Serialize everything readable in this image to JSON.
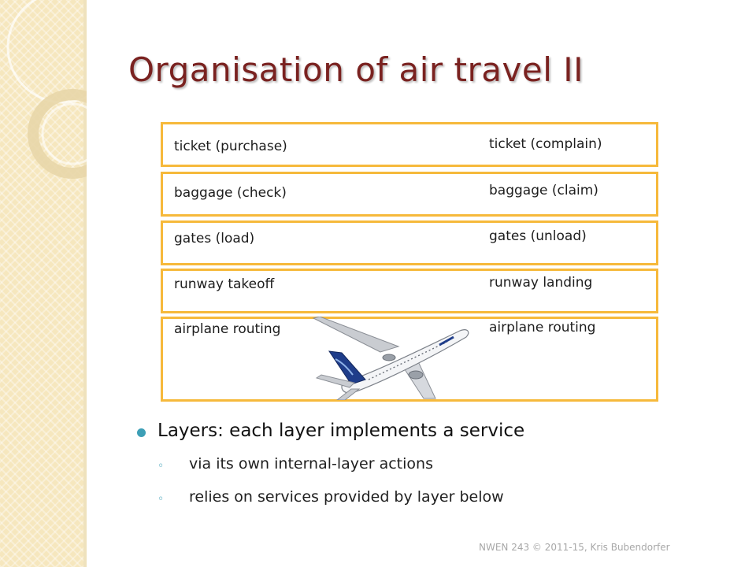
{
  "slide": {
    "title": "Organisation of air travel II",
    "layers": [
      {
        "left": "ticket (purchase)",
        "right": "ticket (complain)"
      },
      {
        "left": "baggage (check)",
        "right": "baggage (claim)"
      },
      {
        "left": "gates (load)",
        "right": "gates (unload)"
      },
      {
        "left": "runway takeoff",
        "right": "runway landing"
      },
      {
        "left": "airplane routing",
        "right": "airplane routing"
      }
    ],
    "bullet": {
      "text": "Layers: each layer implements a service",
      "subitems": [
        "via its own internal-layer actions",
        "relies on services provided by layer below"
      ]
    },
    "footer": "NWEN 243 © 2011-15, Kris Bubendorfer"
  },
  "colors": {
    "title": "#7a2220",
    "layer_border": "#f6b93b",
    "bullet": "#3d9fb6",
    "sidebar": "#f6e7be"
  },
  "icons": [
    "airplane-image",
    "bullet-dot-icon",
    "ring-bullet-icon"
  ]
}
